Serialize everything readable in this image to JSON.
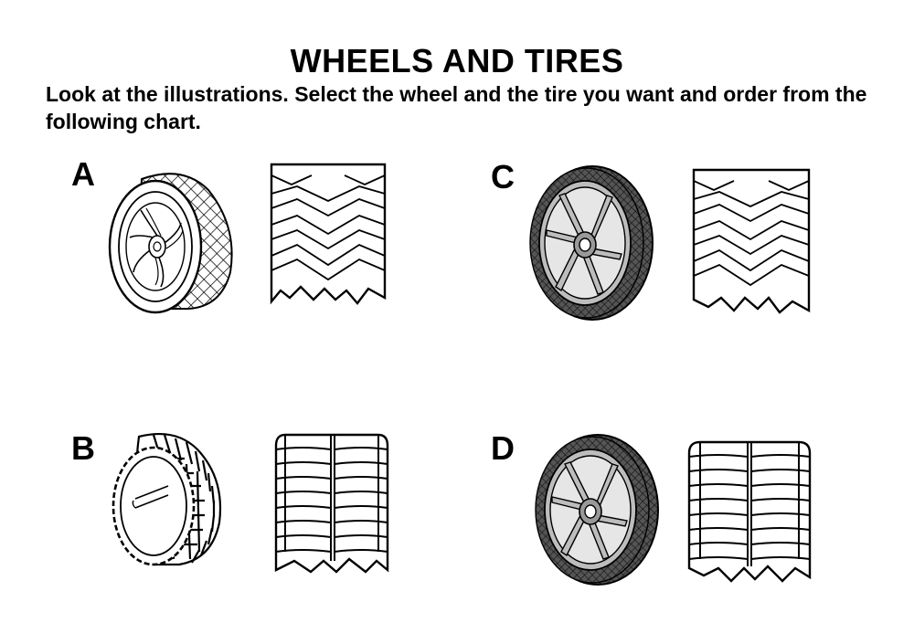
{
  "document": {
    "title": "WHEELS AND TIRES",
    "intro": "Look at the illustrations. Select the wheel and the tire you want and order from the following chart."
  },
  "options": [
    {
      "letter": "A",
      "wheel": "wheel-plastic-diamond-tread-icon",
      "tread": "tread-zigzag-icon"
    },
    {
      "letter": "B",
      "wheel": "wheel-knobby-cap-icon",
      "tread": "tread-bar-icon"
    },
    {
      "letter": "C",
      "wheel": "wheel-spoked-icon",
      "tread": "tread-zigzag-icon"
    },
    {
      "letter": "D",
      "wheel": "wheel-spoked-icon",
      "tread": "tread-bar-icon"
    }
  ]
}
